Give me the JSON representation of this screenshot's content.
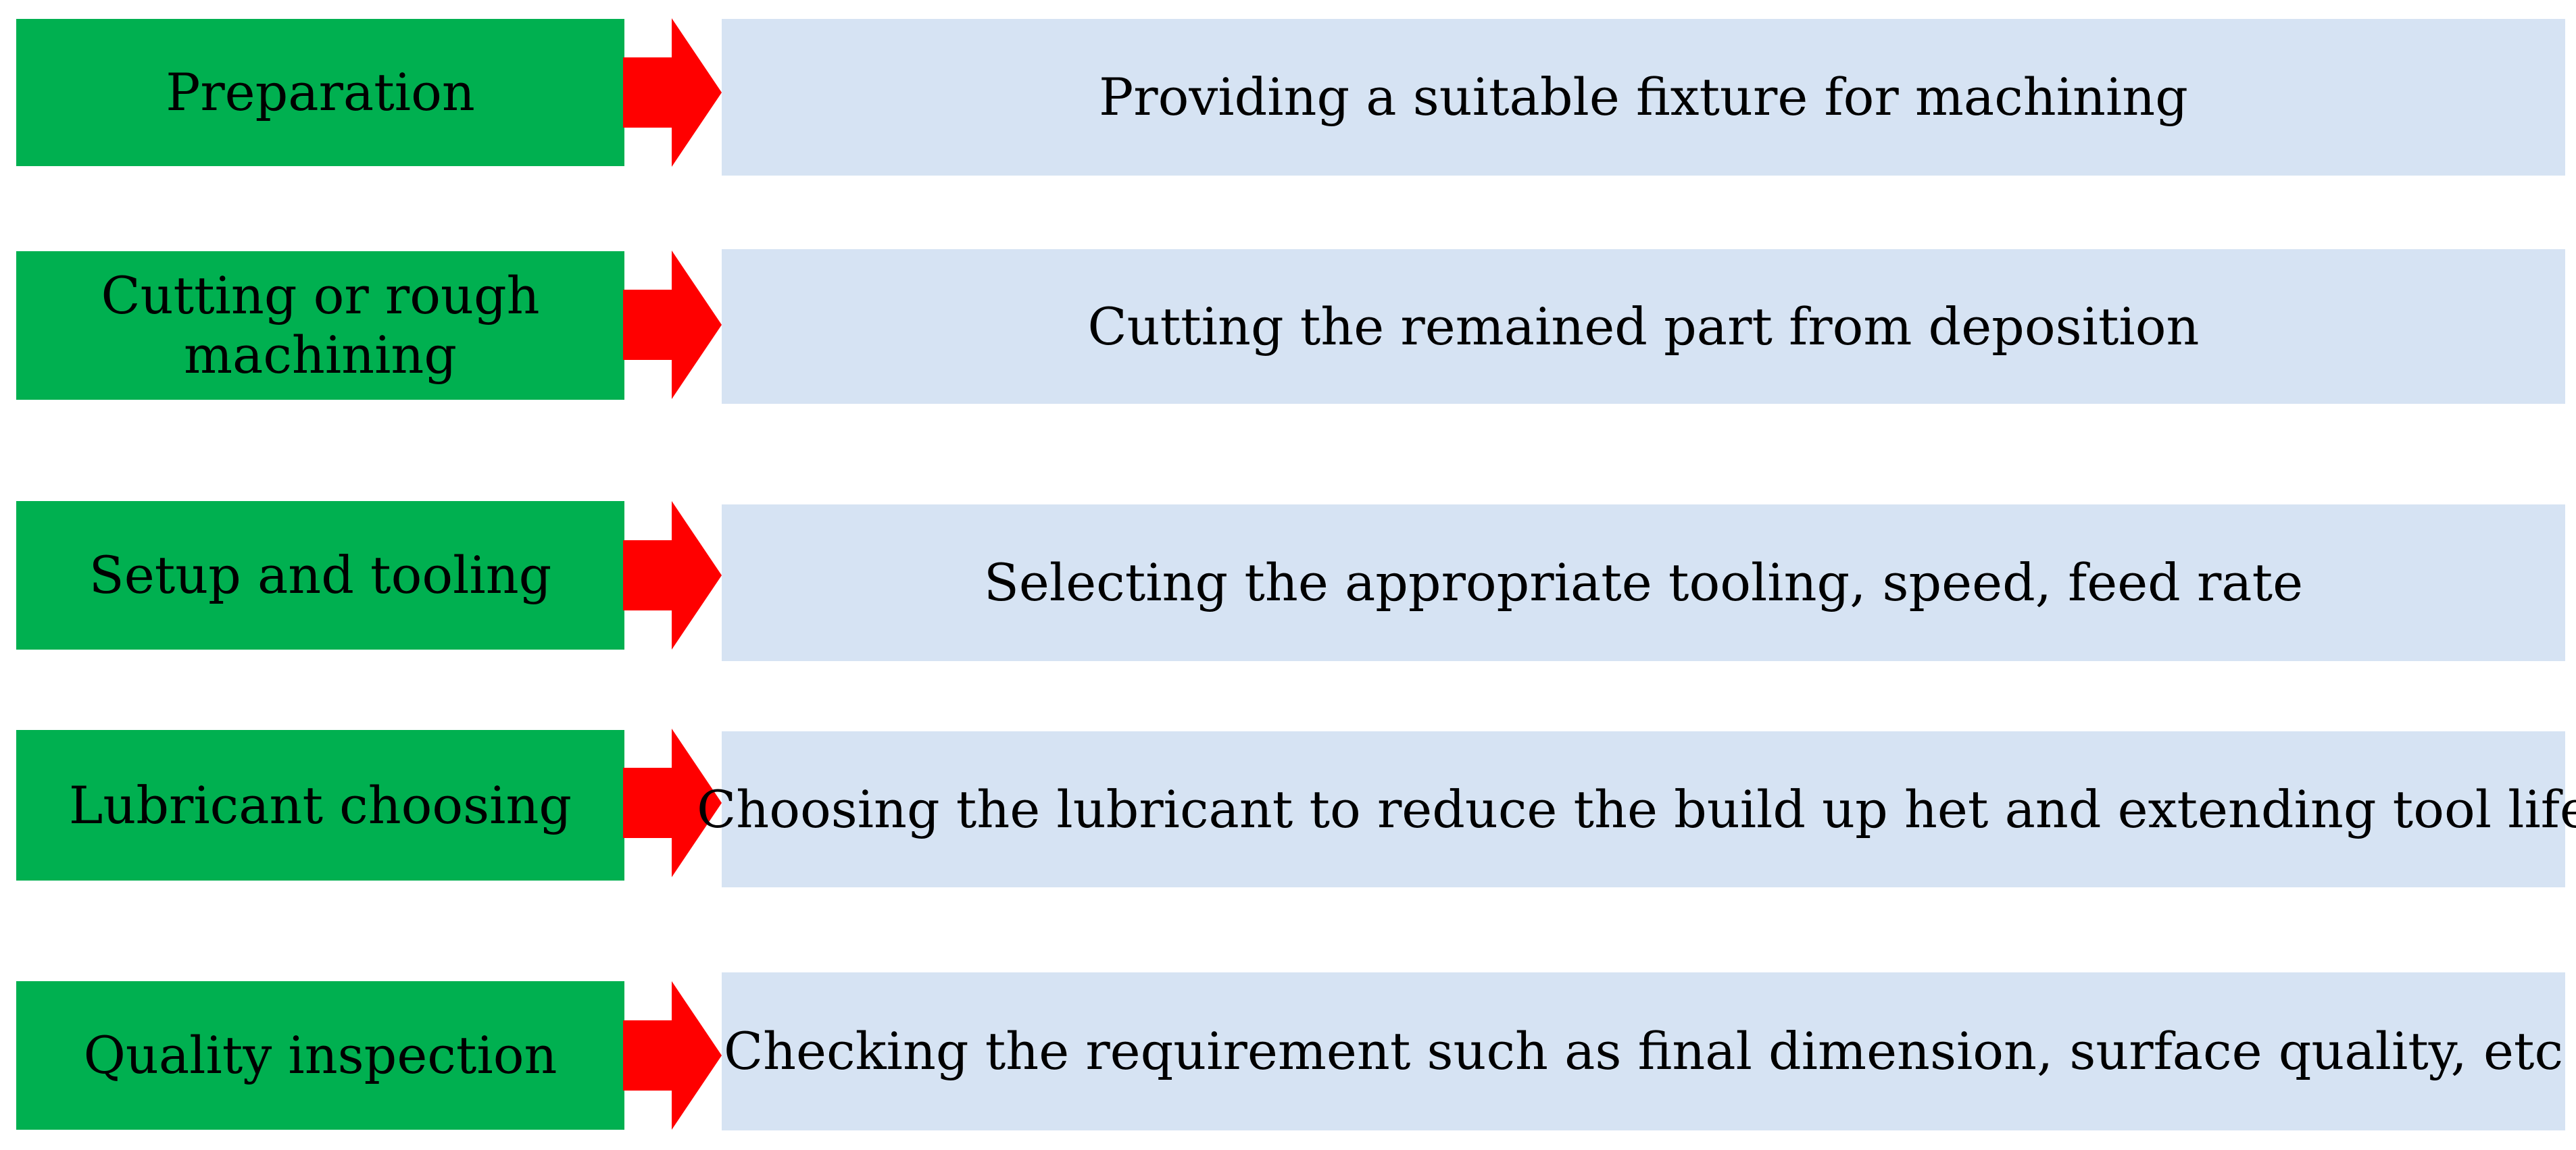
{
  "colors": {
    "label_fill": "#00b050",
    "arrow_fill": "#ff0000",
    "description_fill": "#d6e3f3"
  },
  "steps": [
    {
      "label": "Preparation",
      "description": "Providing a suitable fixture for machining"
    },
    {
      "label": "Cutting or rough machining",
      "description": "Cutting the remained part from deposition"
    },
    {
      "label": "Setup and tooling",
      "description": "Selecting the appropriate tooling, speed, feed rate"
    },
    {
      "label": "Lubricant choosing",
      "description": "Choosing the lubricant to reduce the build up het and extending tool life"
    },
    {
      "label": "Quality inspection",
      "description": "Checking the requirement such as final dimension, surface quality, etc"
    }
  ]
}
